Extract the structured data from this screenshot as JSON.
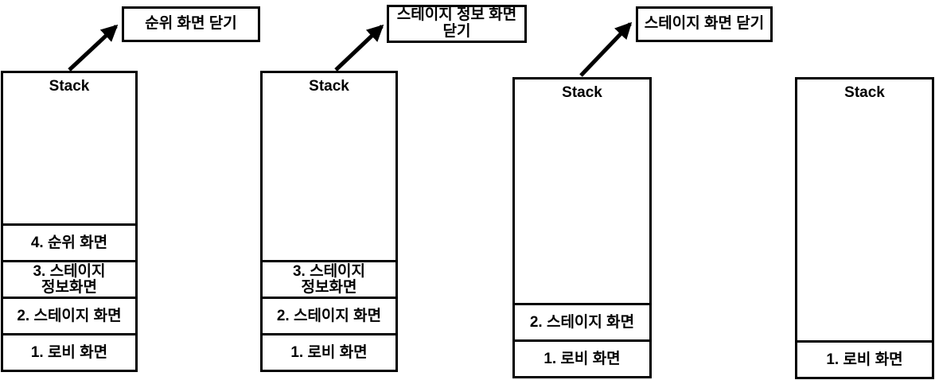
{
  "diagram": {
    "background_color": "#ffffff",
    "line_color": "#000000",
    "text_color": "#000000"
  },
  "callouts": [
    {
      "text": "순위 화면 닫기"
    },
    {
      "text": "스테이지 정보 화면\n닫기"
    },
    {
      "text": "스테이지 화면 닫기"
    }
  ],
  "stacks": [
    {
      "title": "Stack",
      "items": [
        "4. 순위 화면",
        "3. 스테이지\n정보화면",
        "2. 스테이지 화면",
        "1. 로비 화면"
      ]
    },
    {
      "title": "Stack",
      "items": [
        "3. 스테이지\n정보화면",
        "2. 스테이지 화면",
        "1. 로비 화면"
      ]
    },
    {
      "title": "Stack",
      "items": [
        "2. 스테이지 화면",
        "1. 로비 화면"
      ]
    },
    {
      "title": "Stack",
      "items": [
        "1. 로비 화면"
      ]
    }
  ]
}
